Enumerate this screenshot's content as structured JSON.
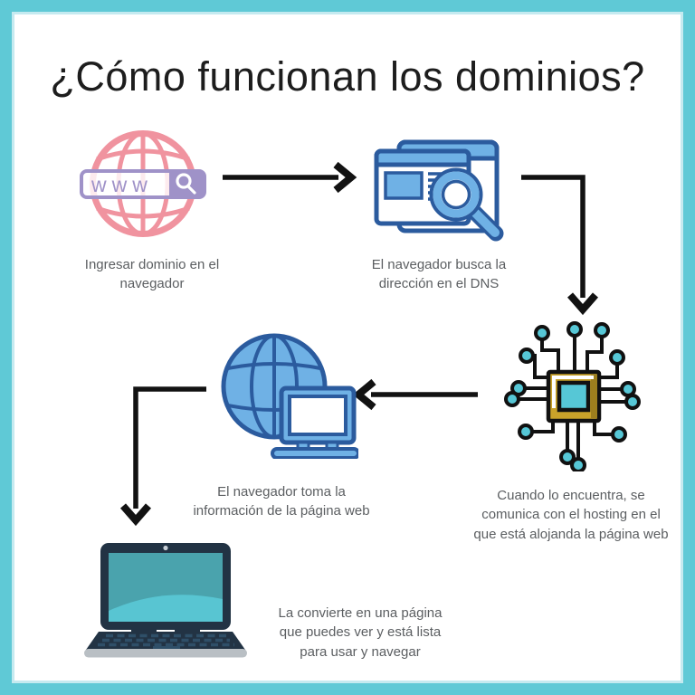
{
  "page": {
    "title": "¿Cómo funcionan los dominios?"
  },
  "palette": {
    "frame_teal": "#5fc9d6",
    "frame_inner_teal": "#c5eaf0",
    "globe_pink": "#f0939f",
    "search_purple": "#9f92c8",
    "icon_blue_fill": "#6fb1e5",
    "icon_blue_stroke": "#2b5b9e",
    "cpu_gold": "#c9a22a",
    "chip_node_teal": "#56c7d6",
    "laptop_navy": "#223344",
    "laptop_screen_teal": "#4aa3ad",
    "laptop_screen_light": "#58c5d2",
    "laptop_base_gray": "#b9bfc4",
    "arrow_black": "#121212",
    "caption_gray": "#5b5e61",
    "title_black": "#1d1d1d"
  },
  "steps": [
    {
      "icon": "globe-www-search-icon",
      "url_text": "www",
      "caption": "Ingresar dominio en el navegador"
    },
    {
      "icon": "browser-dns-search-icon",
      "caption": "El navegador busca la dirección en el DNS"
    },
    {
      "icon": "cpu-hosting-icon",
      "caption": "Cuando lo encuentra, se comunica con el hosting en el que está alojanda la página web"
    },
    {
      "icon": "globe-computer-icon",
      "caption": "El navegador toma la información de la página web"
    },
    {
      "icon": "laptop-icon",
      "caption": "La convierte en una página que puedes ver y está lista para usar y navegar"
    }
  ]
}
